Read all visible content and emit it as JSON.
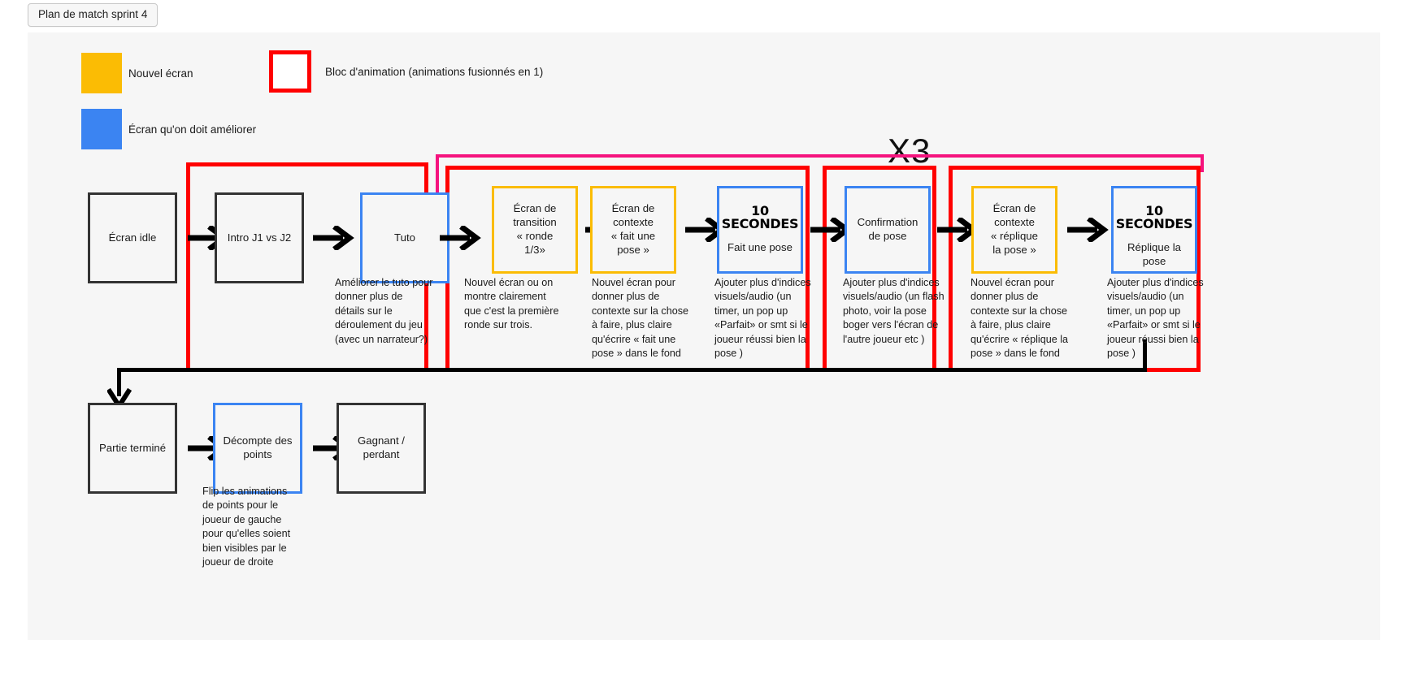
{
  "document": {
    "tab_label": "Plan de match sprint 4"
  },
  "legend": {
    "items": [
      {
        "label": "Nouvel écran",
        "swatch": "filled-yellow-square",
        "color": "#fbbc04",
        "style": "solid"
      },
      {
        "label": "Écran qu'on doit améliorer",
        "swatch": "filled-blue-square",
        "color": "#3b84f2",
        "style": "solid"
      },
      {
        "label": "Bloc d'animation (animations fusionnés en 1)",
        "swatch": "red-outline-square",
        "color": "#ff0000",
        "style": "outline"
      }
    ]
  },
  "annotations": {
    "repeat_label": "X3"
  },
  "flow": {
    "top_row": [
      {
        "id": "ecran-idle",
        "title": "Écran idle",
        "badge": "",
        "kind": "black",
        "note": ""
      },
      {
        "id": "intro-j1-vs-j2",
        "title": "Intro J1 vs J2",
        "badge": "",
        "kind": "black",
        "note": ""
      },
      {
        "id": "tuto",
        "title": "Tuto",
        "badge": "",
        "kind": "blue",
        "note": "Améliorer le tuto pour donner plus de détails sur le déroulement du jeu (avec un narrateur?)"
      },
      {
        "id": "ecran-de-transition-ronde",
        "title": "Écran de\ntransition\n« ronde\n1/3»",
        "badge": "",
        "kind": "yellow",
        "note": "Nouvel écran ou on montre clairement que c'est la première ronde sur trois."
      },
      {
        "id": "ecran-de-contexte-fait-une-pose",
        "title": "Écran de\ncontexte\n« fait une\npose »",
        "badge": "",
        "kind": "yellow",
        "note": "Nouvel écran pour donner plus de contexte sur la chose à faire, plus claire qu'écrire « fait une pose » dans le fond"
      },
      {
        "id": "fait-une-pose",
        "title": "Fait une pose",
        "badge": "10 SECONDES",
        "kind": "blue",
        "note": "Ajouter plus d'indices visuels/audio (un timer, un pop up «Parfait» or smt si le joueur réussi bien la pose )"
      },
      {
        "id": "confirmation-de-pose",
        "title": "Confirmation\nde pose",
        "badge": "",
        "kind": "blue",
        "note": "Ajouter plus d'indices visuels/audio (un flash photo, voir la pose boger vers l'écran de l'autre joueur etc )"
      },
      {
        "id": "ecran-de-contexte-replique-la-pose",
        "title": "Écran de\ncontexte\n« réplique\nla pose »",
        "badge": "",
        "kind": "yellow",
        "note": "Nouvel écran pour donner plus de contexte sur la chose à faire, plus claire qu'écrire « réplique la pose » dans le fond"
      },
      {
        "id": "replique-la-pose",
        "title": "Réplique la\npose",
        "badge": "10 SECONDES",
        "kind": "blue",
        "note": "Ajouter plus d'indices visuels/audio (un timer, un pop up «Parfait» or smt si le joueur réussi bien la pose )"
      }
    ],
    "bottom_row": [
      {
        "id": "partie-termine",
        "title": "Partie terminé",
        "badge": "",
        "kind": "black",
        "note": ""
      },
      {
        "id": "decompte-des-points",
        "title": "Décompte des\npoints",
        "badge": "",
        "kind": "blue",
        "note": "Flip les animations de points pour le joueur de gauche pour qu'elles soient bien visibles par le joueur de droite"
      },
      {
        "id": "gagnant-perdant",
        "title": "Gagnant /\nperdant",
        "badge": "",
        "kind": "black",
        "note": ""
      }
    ]
  },
  "colors": {
    "new_screen": "#fbbc04",
    "improve_screen": "#3b84f2",
    "animation_block": "#ff0000",
    "loop": "#f5137e",
    "node_default": "#333333",
    "canvas": "#f6f6f6"
  }
}
